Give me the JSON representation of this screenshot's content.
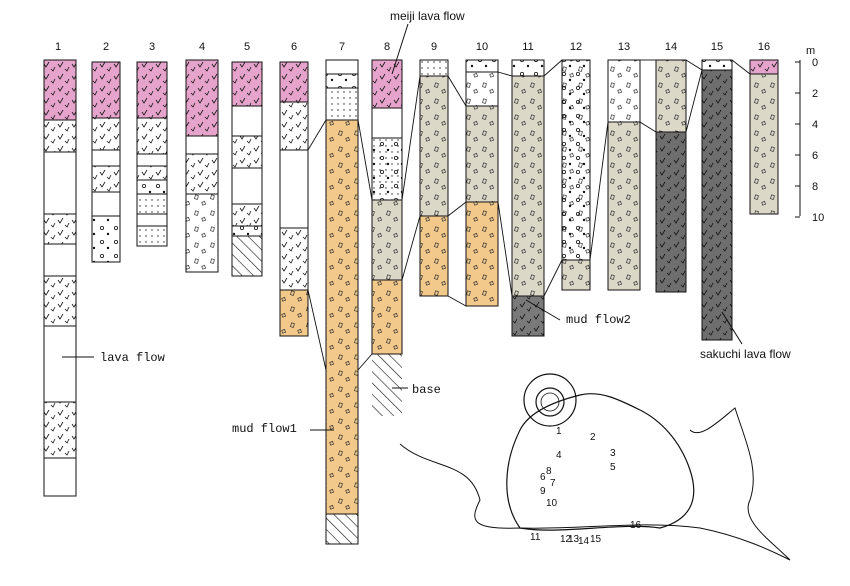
{
  "title_note": "meiji lava flow",
  "column_numbers": [
    "1",
    "2",
    "3",
    "4",
    "5",
    "6",
    "7",
    "8",
    "9",
    "10",
    "11",
    "12",
    "13",
    "14",
    "15",
    "16"
  ],
  "scale": {
    "unit": "m",
    "ticks": [
      "0",
      "2",
      "4",
      "6",
      "8",
      "10"
    ]
  },
  "labels": {
    "lava_flow": "lava flow",
    "mud_flow_1": "mud flow1",
    "mud_flow_2": "mud flow2",
    "base": "base",
    "sakuchi": "sakuchi lava flow"
  },
  "map_points": [
    "1",
    "2",
    "3",
    "4",
    "5",
    "6",
    "7",
    "8",
    "9",
    "10",
    "11",
    "12",
    "13",
    "14",
    "15",
    "16"
  ],
  "colors": {
    "meiji_pink": "#e6a3cc",
    "mudflow1_orange": "#f2c98a",
    "mudflow2_gray": "#7a7a7a",
    "sand_beige": "#dcd8c8",
    "sakuchi_dark": "#6e6e6e",
    "line": "#111111"
  }
}
